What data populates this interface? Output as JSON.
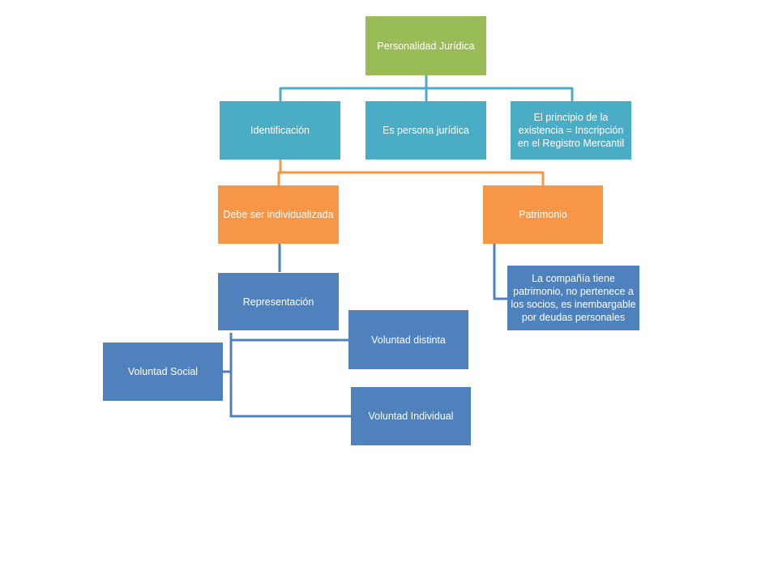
{
  "colors": {
    "root": "#9BBB59",
    "level1": "#4BACC6",
    "level2": "#F79646",
    "level3": "#4F81BD",
    "connector_teal": "#4BACC6",
    "connector_orange": "#F79646",
    "connector_blue": "#4F81BD"
  },
  "nodes": {
    "root": "Personalidad Jurídica",
    "identificacion": "Identificación",
    "persona_juridica": "Es persona jurídica",
    "principio": "El principio de la existencia = Inscripción en el Registro Mercantil",
    "individualizada": "Debe ser individualizada",
    "patrimonio": "Patrimonio",
    "patrimonio_detalle": "La compañía tiene patrimonio, no pertenece a los socios, es inembargable por deudas personales",
    "representacion": "Representación",
    "voluntad_distinta": "Voluntad distinta",
    "voluntad_social": "Voluntad Social",
    "voluntad_individual": "Voluntad Individual"
  }
}
